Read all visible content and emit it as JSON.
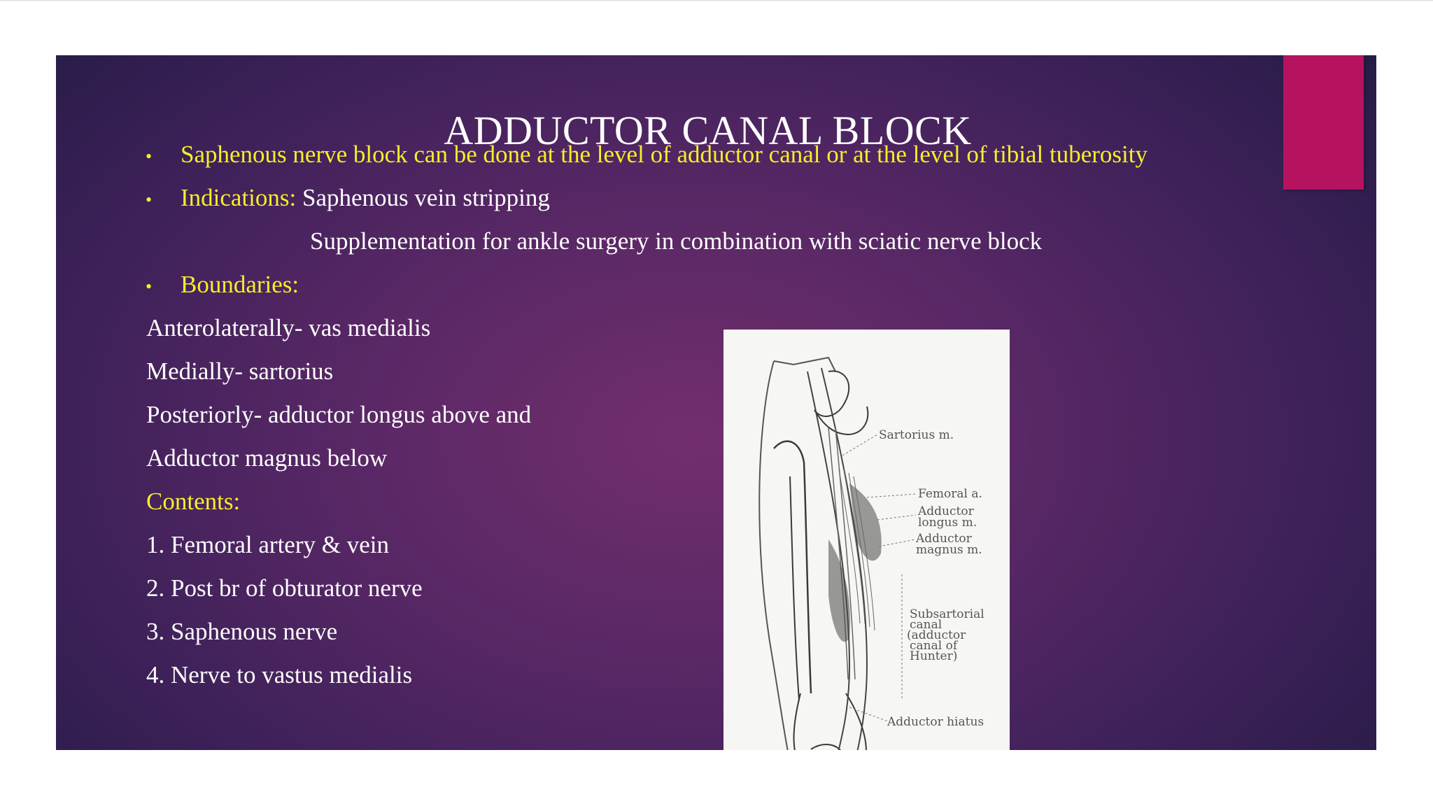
{
  "slide": {
    "title": "ADDUCTOR CANAL BLOCK",
    "bullets": [
      {
        "text": "Saphenous nerve block can be done at the level of adductor canal or at the level of tibial tuberosity"
      },
      {
        "label": "Indications:",
        "text": " Saphenous vein stripping",
        "continuation": "Supplementation for ankle surgery in combination with sciatic nerve block"
      },
      {
        "label": "Boundaries:"
      }
    ],
    "boundaries": [
      "Anterolaterally- vas medialis",
      "Medially- sartorius",
      "Posteriorly- adductor longus above and",
      "Adductor magnus below"
    ],
    "contents_heading": "Contents:",
    "contents": [
      "1. Femoral artery & vein",
      "2. Post br of obturator nerve",
      "3. Saphenous nerve",
      "4. Nerve to vastus medialis"
    ],
    "figure": {
      "labels": {
        "sartorius": "Sartorius m.",
        "femoral": "Femoral a.",
        "adductor_longus_1": "Adductor",
        "adductor_longus_2": "longus m.",
        "adductor_magnus_1": "Adductor",
        "adductor_magnus_2": "magnus m.",
        "canal_1": "Subsartorial",
        "canal_2": "canal",
        "canal_3": "(adductor",
        "canal_4": "canal of",
        "canal_5": "Hunter)",
        "hiatus": "Adductor hiatus"
      }
    }
  },
  "colors": {
    "accent": "#b5135f",
    "highlight_text": "#f5ee2a",
    "body_text": "#ffffff",
    "background_dark": "#231b44",
    "background_center": "#722e6c"
  }
}
